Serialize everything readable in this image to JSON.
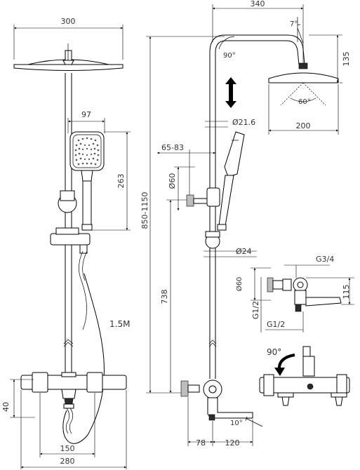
{
  "labels": {
    "head_width": "300",
    "hand_width": "97",
    "hand_height": "263",
    "hose_length": "1.5M",
    "wall_depth": "40",
    "outlet_spacing": "150",
    "mixer_width": "280",
    "arm_reach": "340",
    "arm_angle": "7°",
    "elbow_angle": "90°",
    "head_height": "135",
    "spray_angle": "60°",
    "head_diameter": "200",
    "pipe_diameter": "Ø21.6",
    "height_range": "850-1150",
    "holder_range": "65-83",
    "mount_diameter": "Ø60",
    "bar_diameter": "Ø24",
    "bar_height": "738",
    "thread_top": "G3/4",
    "flange_diameter": "Ø60",
    "thread_left": "G1/2",
    "thread_bottom": "G1/2",
    "outlet_height": "115",
    "rotate_angle": "90°",
    "spout_angle": "10°",
    "spout_offset": "78",
    "spout_length": "120"
  },
  "icons": {
    "adjust_arrow": "double-headed-arrow-icon",
    "rotate_arrow": "curved-arrow-icon"
  }
}
